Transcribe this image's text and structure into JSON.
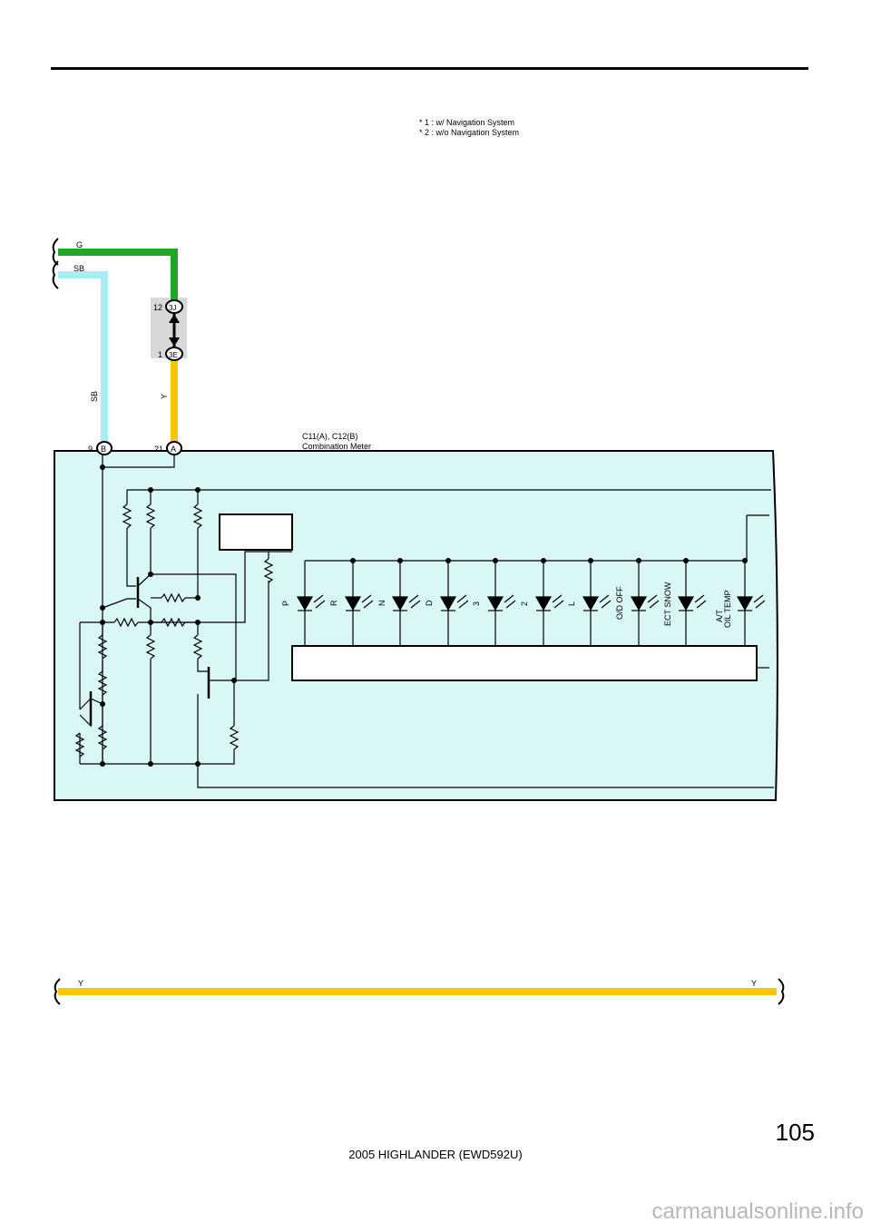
{
  "notes": {
    "note1": "*  1 : w/ Navigation System",
    "note2": "*  2 : w/o Navigation System"
  },
  "wires": {
    "g": "G",
    "sb_top": "SB",
    "sb_side": "SB",
    "y_side": "Y",
    "y_bottom_left": "Y",
    "y_bottom_right": "Y"
  },
  "junction": {
    "pin_top": "12",
    "code_top": "3J",
    "pin_bottom": "1",
    "code_bottom": "3E"
  },
  "connectors": {
    "b_pin": "9",
    "b_code": "B",
    "a_pin": "21",
    "a_code": "A"
  },
  "component": {
    "id": "C11(A), C12(B)",
    "name": "Combination Meter"
  },
  "indicators": [
    "P",
    "R",
    "N",
    "D",
    "3",
    "2",
    "L",
    "O/D OFF",
    "ECT SNOW",
    "A/T",
    "OIL TEMP"
  ],
  "page": {
    "number": "105",
    "footer": "2005 HIGHLANDER (EWD592U)",
    "watermark": "carmanualsonline.info"
  },
  "colors": {
    "green_wire": "#22a52a",
    "sb_wire": "#a8ecf6",
    "yellow_wire": "#f5c800",
    "meter_fill": "#d9f7f4",
    "junction_fill": "#d8d8d8"
  }
}
